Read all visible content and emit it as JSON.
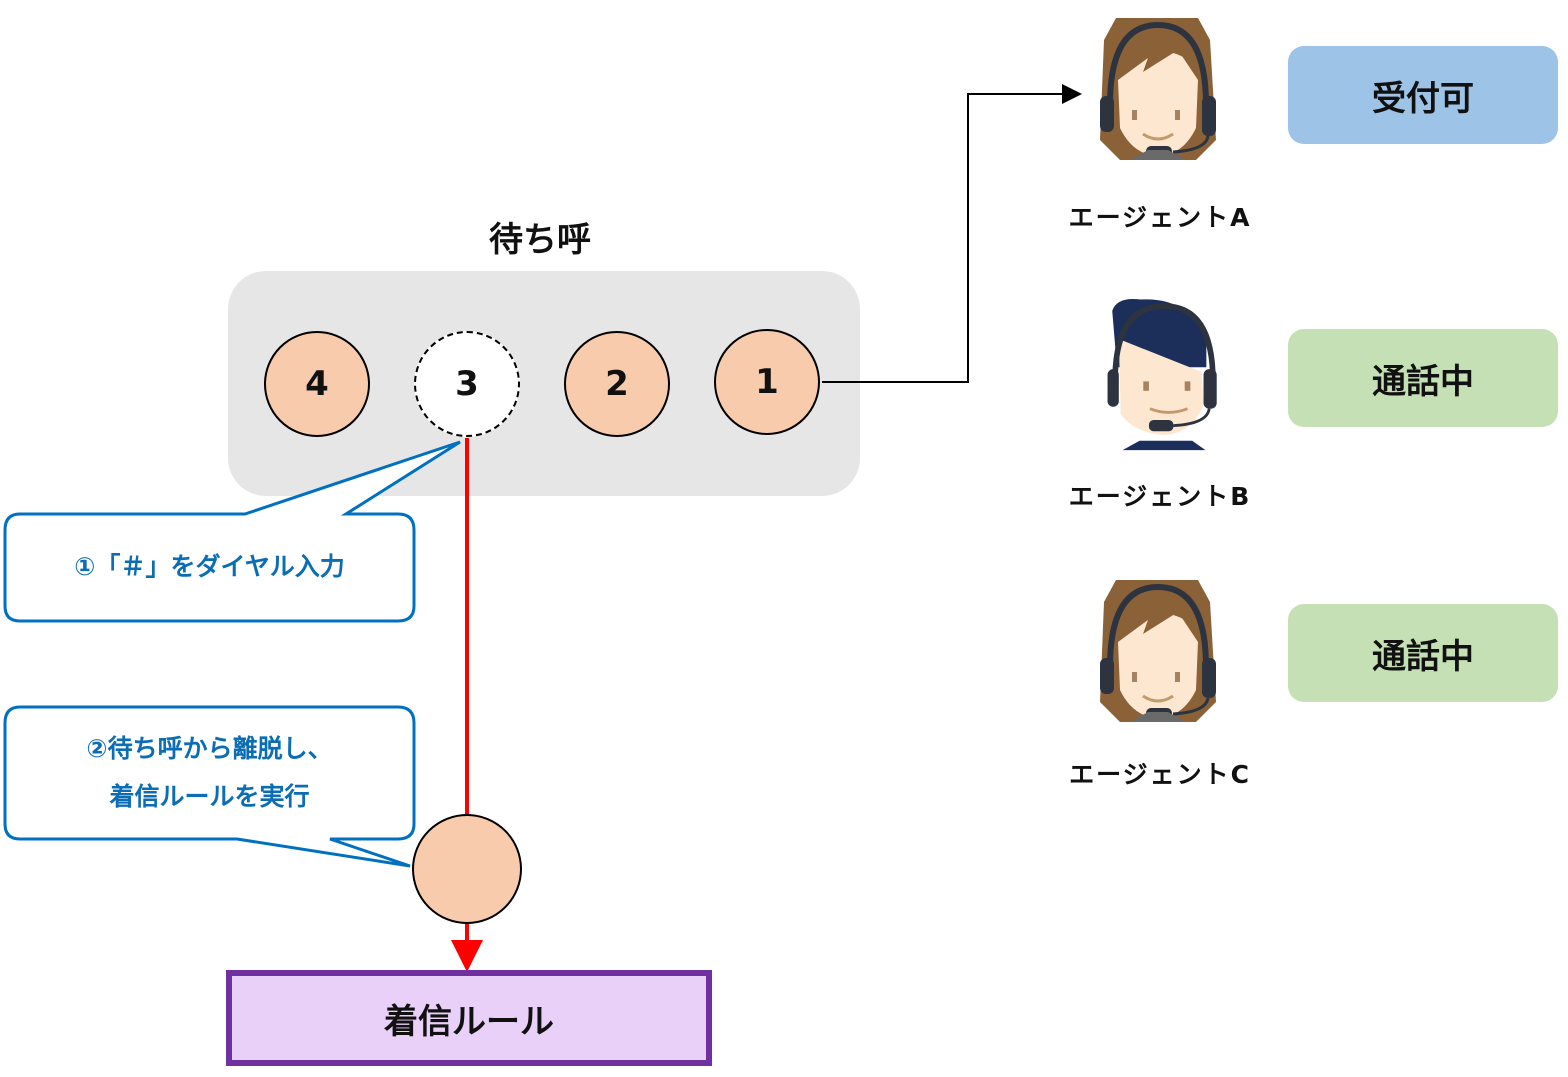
{
  "queue": {
    "title": "待ち呼",
    "calls": [
      {
        "label": "4",
        "state": "waiting"
      },
      {
        "label": "3",
        "state": "left-queue"
      },
      {
        "label": "2",
        "state": "waiting"
      },
      {
        "label": "1",
        "state": "waiting"
      }
    ]
  },
  "callouts": {
    "step1": "①「＃」をダイヤル入力",
    "step2_line1": "②待ち呼から離脱し、",
    "step2_line2": "着信ルールを実行"
  },
  "incoming_rule": {
    "label": "着信ルール"
  },
  "agents": [
    {
      "name": "エージェントA",
      "status": "受付可",
      "status_color": "#9dc3e6",
      "hair": "brown"
    },
    {
      "name": "エージェントB",
      "status": "通話中",
      "status_color": "#c5e0b4",
      "hair": "navy"
    },
    {
      "name": "エージェントC",
      "status": "通話中",
      "status_color": "#c5e0b4",
      "hair": "brown"
    }
  ],
  "colors": {
    "call_fill": "#f8cbad",
    "queue_bg": "#e6e6e6",
    "callout_border": "#0070c0",
    "callout_text": "#0b6db4",
    "flow_red": "#ff0000",
    "rule_border": "#7030a0",
    "rule_fill": "#e9d0f8"
  }
}
